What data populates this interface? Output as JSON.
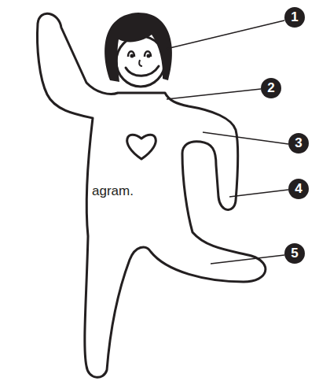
{
  "diagram": {
    "labels": [
      "1",
      "2",
      "3",
      "agram.",
      "4",
      "5"
    ]
  }
}
